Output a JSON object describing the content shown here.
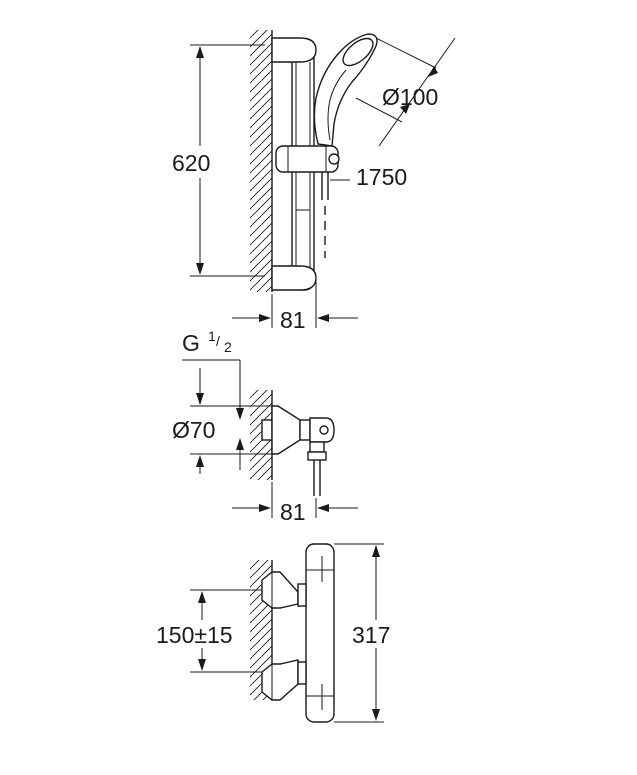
{
  "shower_rail_set": {
    "rail_height": "620",
    "handshower_diameter": "Ø100",
    "hose_length": "1750",
    "rail_projection": "81"
  },
  "shower_elbow": {
    "thread_letter": "G",
    "thread_num": "1",
    "thread_den": "2",
    "rosette_diameter": "Ø70",
    "projection": "81"
  },
  "thermostat": {
    "centres": "150±15",
    "length": "317"
  }
}
